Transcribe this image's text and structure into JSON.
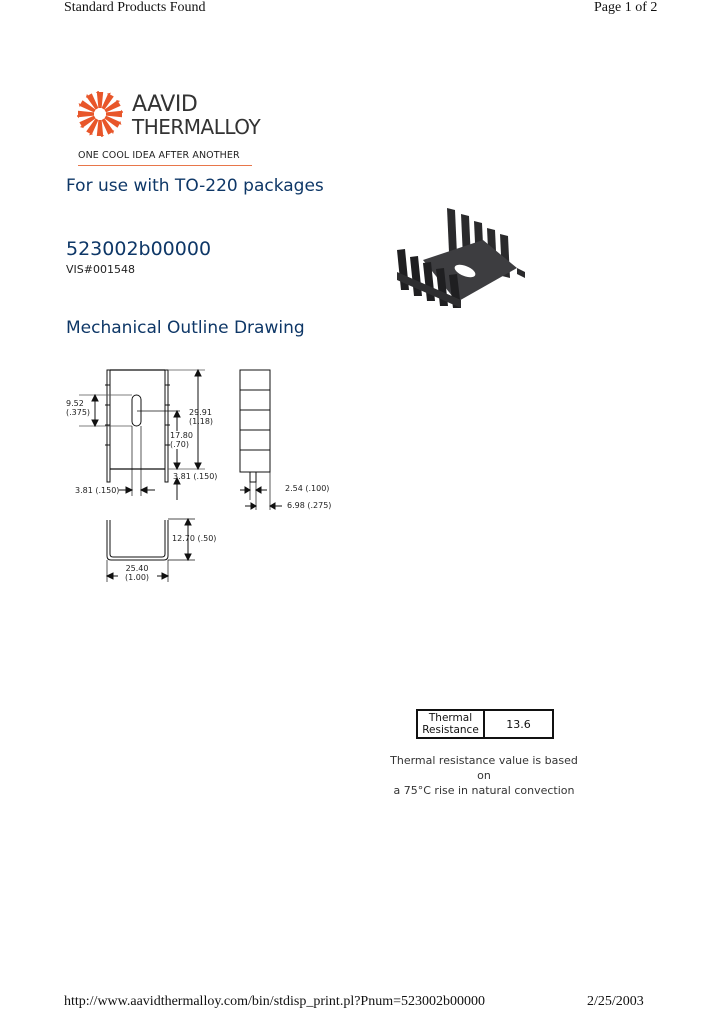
{
  "print_header": {
    "title": "Standard Products Found",
    "page": "Page 1 of 2"
  },
  "logo": {
    "line1": "AAVID",
    "line2": "THERMALLOY",
    "tagline": "ONE COOL IDEA AFTER ANOTHER",
    "accent_color": "#e8562a"
  },
  "product": {
    "heading": "For use with TO-220 packages",
    "part_number": "523002b00000",
    "vis_number": "VIS#001548"
  },
  "drawing": {
    "heading": "Mechanical Outline Drawing",
    "dims": {
      "slot_h_mm": "9.52",
      "slot_h_in": "(.375)",
      "height_mm": "29.91",
      "height_in": "(1.18)",
      "center_mm": "17.80",
      "center_in": "(.70)",
      "bottom_mm": "3.81 (.150)",
      "slot_w": "3.81 (.150)",
      "tab_w": "2.54 (.100)",
      "depth": "6.98 (.275)",
      "u_height": "12.70 (.50)",
      "u_width_mm": "25.40",
      "u_width_in": "(1.00)"
    }
  },
  "thermal": {
    "label_line1": "Thermal",
    "label_line2": "Resistance",
    "value": "13.6",
    "note_line1": "Thermal resistance value is based on",
    "note_line2": "a 75°C rise in natural convection"
  },
  "print_footer": {
    "url": "http://www.aavidthermalloy.com/bin/stdisp_print.pl?Pnum=523002b00000",
    "date": "2/25/2003"
  }
}
